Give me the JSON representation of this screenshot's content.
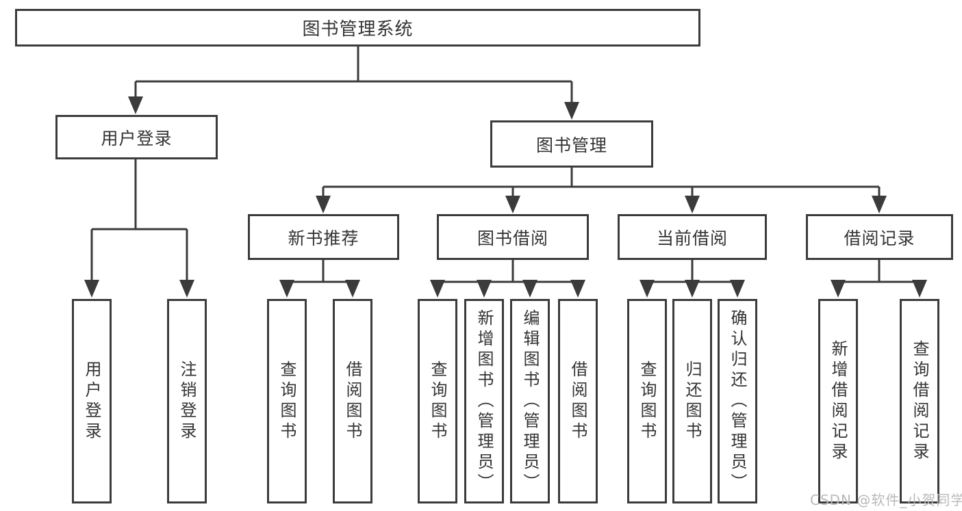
{
  "diagram": {
    "label": "图书管理系统",
    "children": [
      {
        "label": "用户登录",
        "children": [
          {
            "label": "用户登录"
          },
          {
            "label": "注销登录"
          }
        ]
      },
      {
        "label": "图书管理",
        "children": [
          {
            "label": "新书推荐",
            "children": [
              {
                "label": "查询图书"
              },
              {
                "label": "借阅图书"
              }
            ]
          },
          {
            "label": "图书借阅",
            "children": [
              {
                "label": "查询图书"
              },
              {
                "label": "新增图书（管理员）"
              },
              {
                "label": "编辑图书（管理员）"
              },
              {
                "label": "借阅图书"
              }
            ]
          },
          {
            "label": "当前借阅",
            "children": [
              {
                "label": "查询图书"
              },
              {
                "label": "归还图书"
              },
              {
                "label": "确认归还（管理员）"
              }
            ]
          },
          {
            "label": "借阅记录",
            "children": [
              {
                "label": "新增借阅记录"
              },
              {
                "label": "查询借阅记录"
              }
            ]
          }
        ]
      }
    ]
  },
  "watermark": {
    "text": "CSDN @软件_小贺同学",
    "color": "#b9b9b9"
  },
  "colors": {
    "line": "#3b3b3b",
    "box_border": "#3b3b3b",
    "box_fill": "#ffffff",
    "text": "#333333",
    "background": "#ffffff"
  }
}
